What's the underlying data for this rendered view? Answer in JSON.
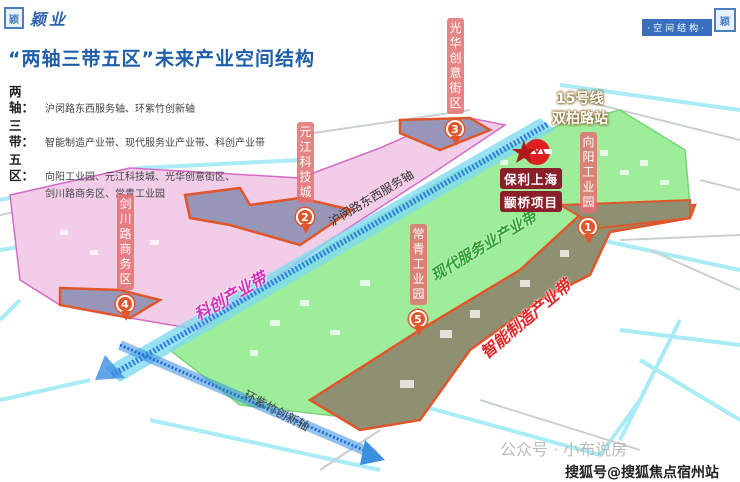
{
  "header": {
    "logo_text": "颖业",
    "logo_mark": "颖",
    "badge": "·空间结构·",
    "title": "“两轴三带五区”未来产业空间结构"
  },
  "legend": [
    {
      "key": "两轴：",
      "value": "沪闵路东西服务轴、环紫竹创新轴"
    },
    {
      "key": "三带：",
      "value": "智能制造产业带、现代服务业产业带、科创产业带"
    },
    {
      "key": "五区：",
      "value": "向阳工业园、元江科技城、光华创意街区、",
      "value2": "剑川路商务区、常青工业园"
    }
  ],
  "zones": [
    {
      "num": "1",
      "name": "向阳工业园"
    },
    {
      "num": "2",
      "name": "元江科技城"
    },
    {
      "num": "3",
      "name": "光华创意街区"
    },
    {
      "num": "4",
      "name": "剑川路商务区"
    },
    {
      "num": "5",
      "name": "常青工业园"
    }
  ],
  "axes": {
    "east_west": "沪闵路东西服务轴",
    "ring": "环紫竹创新轴"
  },
  "belts": {
    "service": "现代服务业产业带",
    "tech": "科创产业带",
    "manufacturing": "智能制造产业带"
  },
  "station": {
    "line": "15号线",
    "name": "双柏路站"
  },
  "project": {
    "line1": "保利上海",
    "line2": "颛桥项目"
  },
  "watermark": {
    "wechat": "公众号 · 小布说房",
    "sohu": "搜狐号@搜狐焦点宿州站"
  },
  "colors": {
    "pink": "#f0c6e6",
    "green": "#9be89a",
    "olive": "#8e8f70",
    "axis": "#3b8fe0",
    "zone_red": "#e0562a"
  }
}
